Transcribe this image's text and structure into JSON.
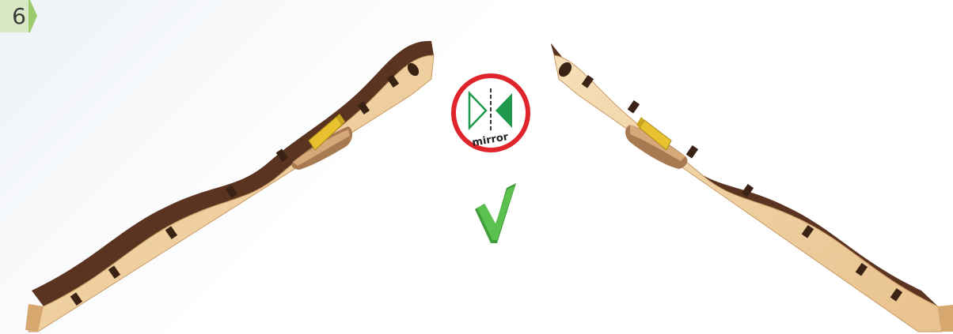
{
  "step": {
    "number": "6"
  },
  "mirror_icon": {
    "label": "mirror",
    "icon": "mirror-symmetry-icon",
    "ring_color": "#e0242b",
    "accent_color": "#1f9a4b"
  },
  "check_icon": {
    "icon": "checkmark-icon",
    "color": "#4cb848"
  },
  "parts": [
    {
      "name": "left-wooden-arm"
    },
    {
      "name": "right-wooden-arm-mirrored"
    }
  ],
  "colors": {
    "wood_face": "#f0d3a8",
    "wood_edge": "#5a3420",
    "wood_shade": "#c99a66",
    "clip": "#e8c22e",
    "badge": "#6cbf4a"
  }
}
